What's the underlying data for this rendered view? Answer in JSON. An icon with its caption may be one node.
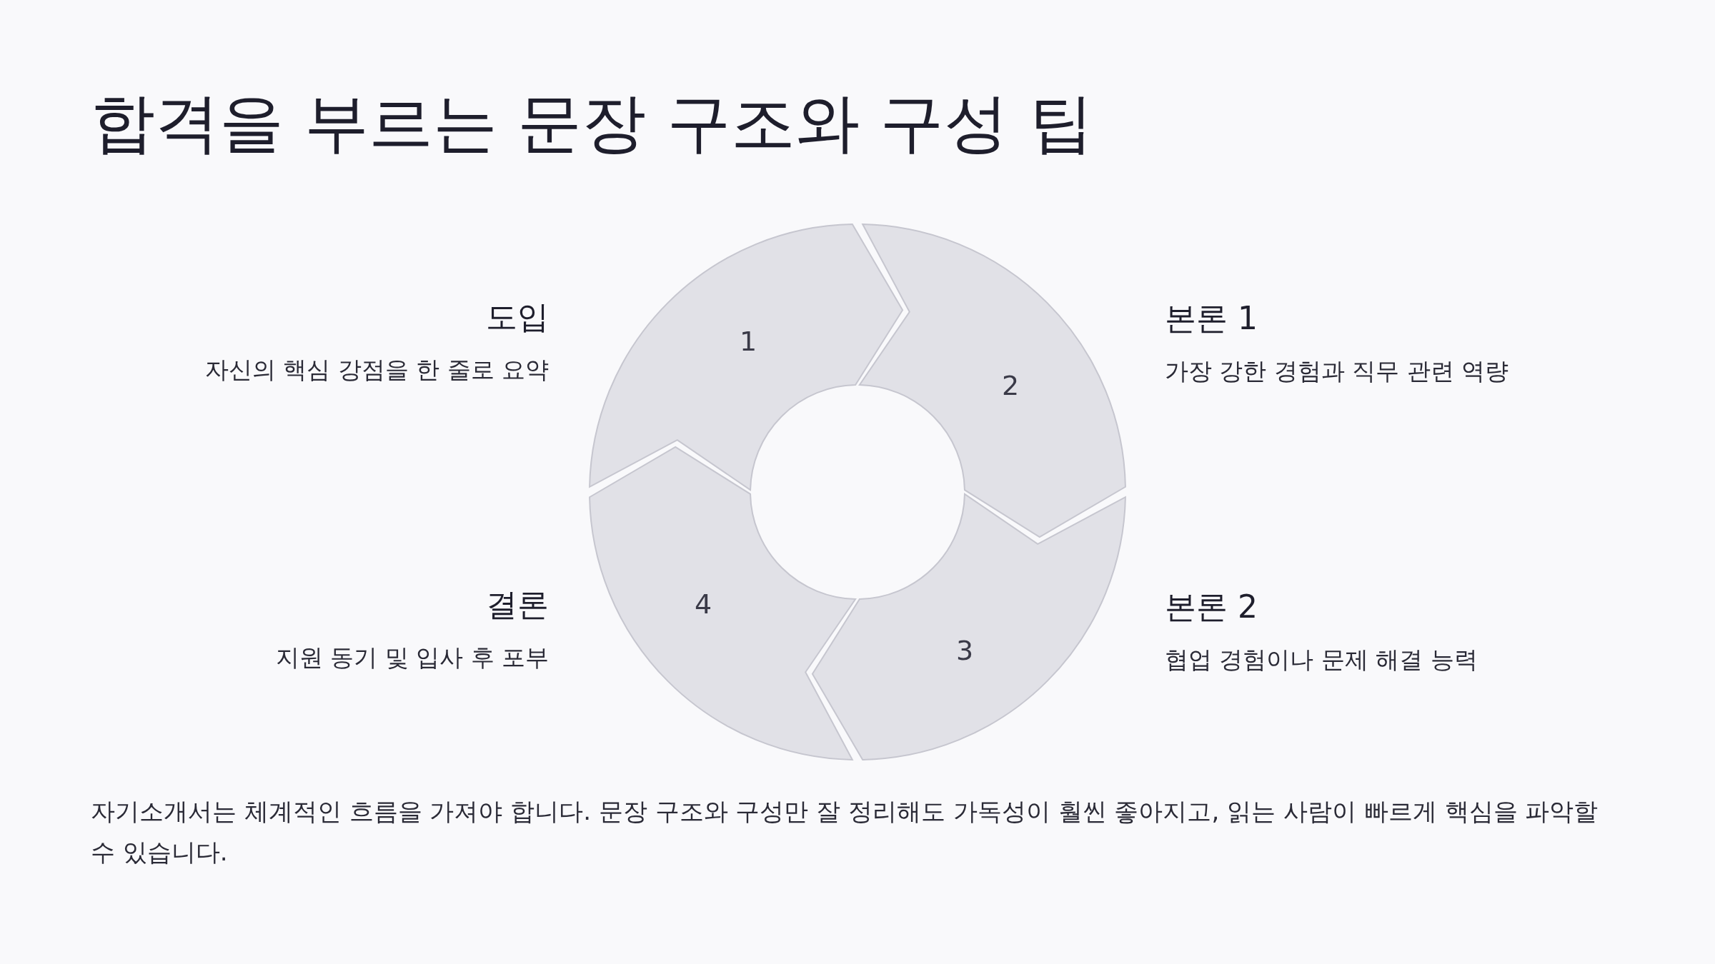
{
  "diagram": {
    "title": "합격을 부르는 문장 구조와 구성 팁",
    "caption": "자기소개서는 체계적인 흐름을 가져야 합니다. 문장 구조와 구성만 잘 정리해도 가독성이 훨씬 좋아지고, 읽는 사람이 빠르게 핵심을 파악할 수 있습니다.",
    "nodes": [
      {
        "text": [
          "1"
        ],
        "beside": [
          "도입",
          "자신의 핵심 강점을 한 줄로 요약"
        ]
      },
      {
        "text": [
          "2"
        ],
        "beside": [
          "본론 1",
          "가장 강한 경험과 직무 관련 역량"
        ]
      },
      {
        "text": [
          "3"
        ],
        "beside": [
          "본론 2",
          "협업 경험이나 문제 해결 능력"
        ]
      },
      {
        "text": [
          "4"
        ],
        "beside": [
          "결론",
          "지원 동기 및 입사 후 포부"
        ]
      }
    ]
  }
}
